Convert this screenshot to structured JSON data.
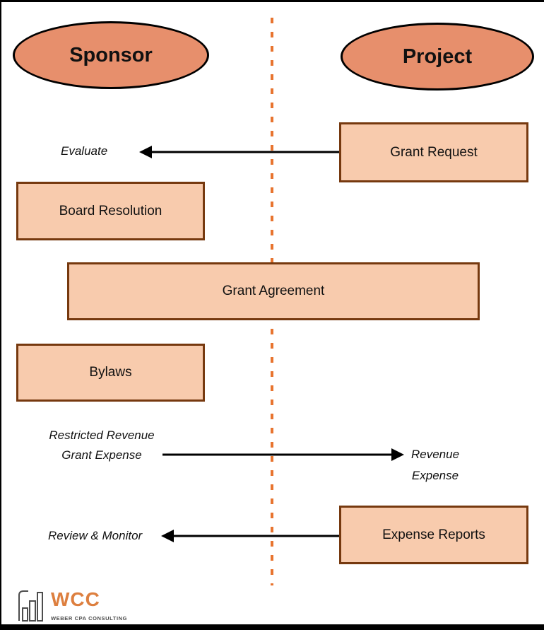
{
  "diagram": {
    "left_header": "Sponsor",
    "right_header": "Project",
    "boxes": {
      "grant_request": "Grant Request",
      "board_resolution": "Board Resolution",
      "grant_agreement": "Grant Agreement",
      "bylaws": "Bylaws",
      "expense_reports": "Expense Reports"
    },
    "annotations": {
      "evaluate": "Evaluate",
      "restricted_line1": "Restricted Revenue",
      "restricted_line2": "Grant Expense",
      "revenue_line1": "Revenue",
      "revenue_line2": "Expense",
      "review_monitor": "Review & Monitor"
    },
    "colors": {
      "ellipse_fill": "#E78F6C",
      "box_fill": "#F8CBAD",
      "box_border": "#76390F",
      "divider_dash": "#E8742F",
      "arrow": "#000000",
      "frame": "#000000"
    }
  },
  "logo": {
    "acronym": "WCC",
    "subtitle": "WEBER CPA CONSULTING",
    "acronym_color": "#DD7F3F",
    "icon": "bar-chart-logo-icon"
  }
}
